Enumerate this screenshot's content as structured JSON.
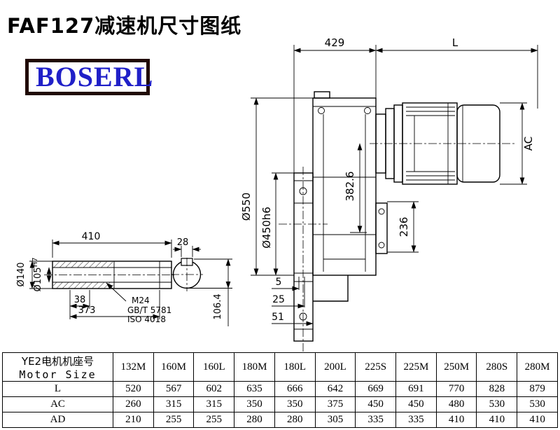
{
  "page": {
    "title": "FAF127减速机尺寸图纸",
    "logo_text": "BOSERL"
  },
  "drawing": {
    "dim_429": "429",
    "dim_L": "L",
    "dim_AC": "AC",
    "dim_d550": "Ø550",
    "dim_d450h6": "Ø450h6",
    "dim_382_6": "382.6",
    "dim_236": "236",
    "dim_5": "5",
    "dim_25": "25",
    "dim_51": "51",
    "shaft": {
      "dim_410": "410",
      "dim_28": "28",
      "dim_d140": "Ø140",
      "dim_d105": "Ø105",
      "dim_d105_sup": "H7",
      "dim_38": "38",
      "dim_373": "373",
      "note_m24": "M24",
      "note_gbt": "GB/T 5781",
      "note_iso": "ISO 4018",
      "dim_106_4": "106.4"
    }
  },
  "table": {
    "header_cn": "YE2电机机座号",
    "header_en": "Motor Size",
    "frame_sizes": [
      "132M",
      "160M",
      "160L",
      "180M",
      "180L",
      "200L",
      "225S",
      "225M",
      "250M",
      "280S",
      "280M"
    ],
    "rows": [
      {
        "label": "L",
        "values": [
          "520",
          "567",
          "602",
          "635",
          "666",
          "642",
          "669",
          "691",
          "770",
          "828",
          "879"
        ]
      },
      {
        "label": "AC",
        "values": [
          "260",
          "315",
          "315",
          "350",
          "350",
          "375",
          "450",
          "450",
          "480",
          "530",
          "530"
        ]
      },
      {
        "label": "AD",
        "values": [
          "210",
          "255",
          "255",
          "280",
          "280",
          "305",
          "335",
          "335",
          "410",
          "410",
          "410"
        ]
      }
    ]
  }
}
